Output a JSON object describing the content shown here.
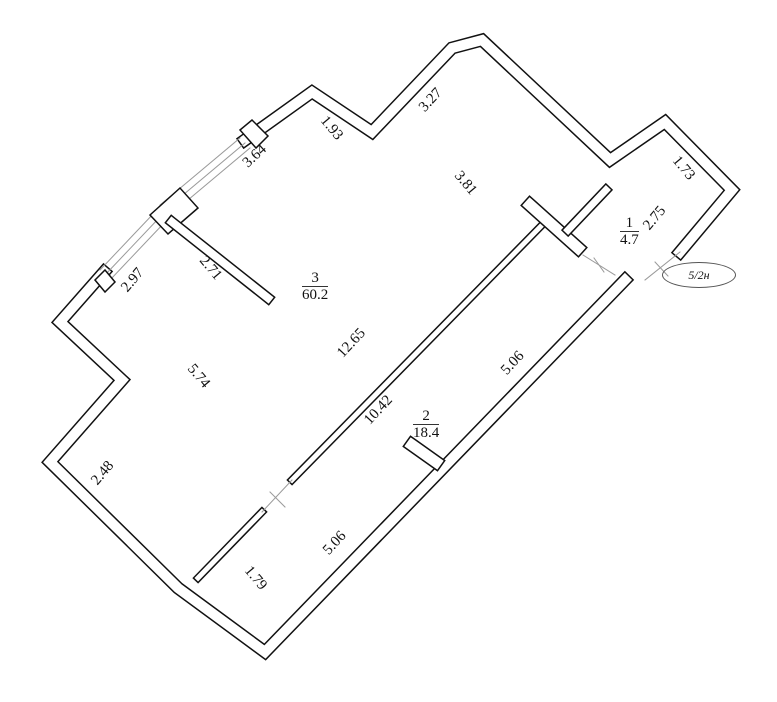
{
  "plan": {
    "badge": "5/2н",
    "rooms": [
      {
        "number": "1",
        "area": "4.7"
      },
      {
        "number": "2",
        "area": "18.4"
      },
      {
        "number": "3",
        "area": "60.2"
      }
    ],
    "dimensions": {
      "d_1_93": "1.93",
      "d_3_27": "3.27",
      "d_3_64": "3.64",
      "d_3_81": "3.81",
      "d_1_73": "1.73",
      "d_2_75": "2.75",
      "d_2_97": "2.97",
      "d_2_71": "2.71",
      "d_12_65": "12.65",
      "d_5_74": "5.74",
      "d_2_48": "2.48",
      "d_10_42": "10.42",
      "d_5_06_top": "5.06",
      "d_5_06_bottom": "5.06",
      "d_1_79": "1.79"
    },
    "colors": {
      "wall": "#111111",
      "window": "#9a9a9a"
    }
  }
}
